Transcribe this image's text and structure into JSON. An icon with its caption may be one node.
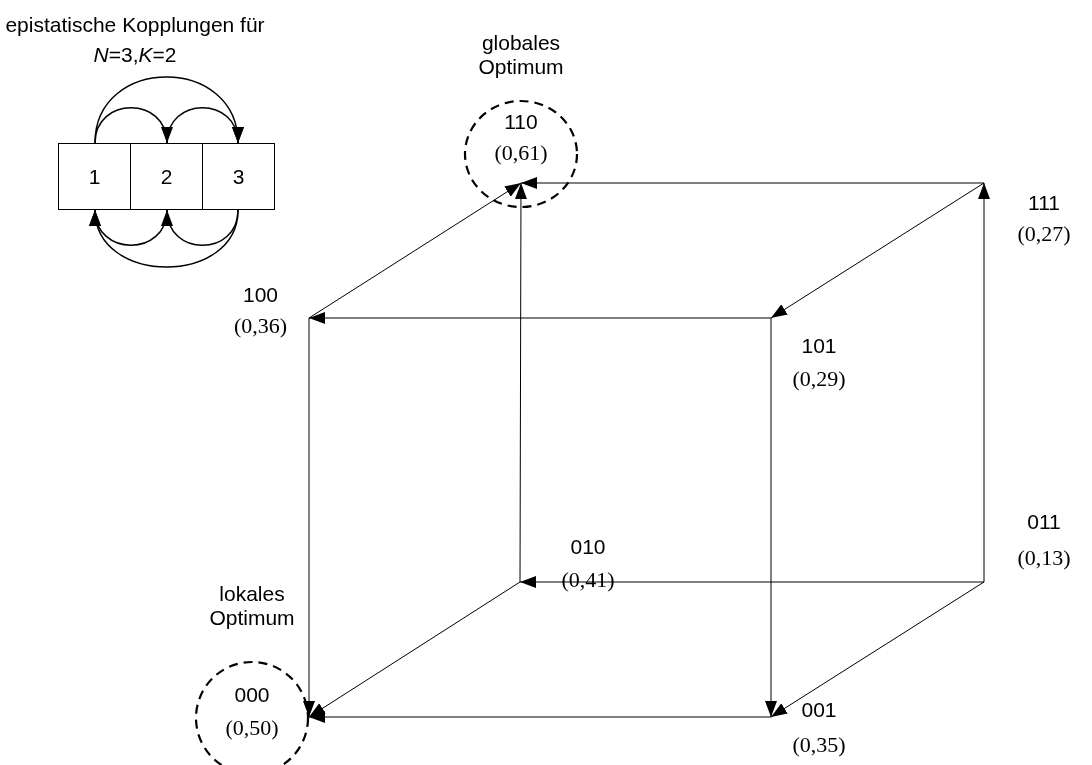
{
  "diagram": {
    "nodes": [
      {
        "text": [
          "1"
        ]
      },
      {
        "text": [
          "2"
        ]
      },
      {
        "text": [
          "3"
        ]
      },
      {
        "text": [
          "globales Optimum",
          "110",
          "(0,61)"
        ]
      },
      {
        "text": [
          "111",
          "(0,27)"
        ]
      },
      {
        "text": [
          "100",
          "(0,36)"
        ]
      },
      {
        "text": [
          "101",
          "(0,29)"
        ]
      },
      {
        "text": [
          "010",
          "(0,41)"
        ]
      },
      {
        "text": [
          "011",
          "(0,13)"
        ]
      },
      {
        "text": [
          "lokales Optimum",
          "000",
          "(0,50)"
        ]
      },
      {
        "text": [
          "001",
          "(0,35)"
        ]
      }
    ],
    "edges": [
      {
        "from": 0,
        "to": 1,
        "arrow": "to"
      },
      {
        "from": 0,
        "to": 2,
        "arrow": "to"
      },
      {
        "from": 1,
        "to": 2,
        "arrow": "to"
      },
      {
        "from": 1,
        "to": 0,
        "arrow": "to"
      },
      {
        "from": 2,
        "to": 1,
        "arrow": "to"
      },
      {
        "from": 2,
        "to": 0,
        "arrow": "to"
      },
      {
        "from": 5,
        "to": 3,
        "arrow": "to"
      },
      {
        "from": 7,
        "to": 3,
        "arrow": "to"
      },
      {
        "from": 4,
        "to": 3,
        "arrow": "to"
      },
      {
        "from": 6,
        "to": 5,
        "arrow": "to"
      },
      {
        "from": 4,
        "to": 6,
        "arrow": "to"
      },
      {
        "from": 8,
        "to": 4,
        "arrow": "to"
      },
      {
        "from": 6,
        "to": 10,
        "arrow": "to"
      },
      {
        "from": 8,
        "to": 7,
        "arrow": "to"
      },
      {
        "from": 7,
        "to": 9,
        "arrow": "to"
      },
      {
        "from": 5,
        "to": 9,
        "arrow": "to"
      },
      {
        "from": 10,
        "to": 9,
        "arrow": "to"
      },
      {
        "from": 8,
        "to": 10,
        "arrow": "to"
      }
    ],
    "labels": [
      "epistatische Kopplungen für *N*=3,*K*=2"
    ]
  }
}
